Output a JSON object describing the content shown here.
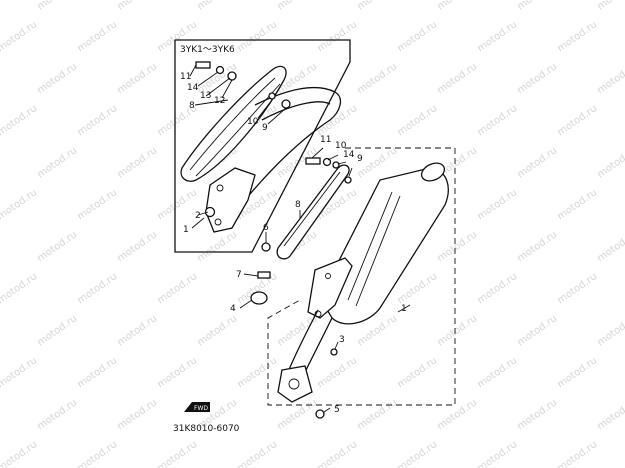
{
  "diagram": {
    "inset_title": "3YK1～3YK6",
    "footer_code": "31K8010-6070",
    "arrow_label": "FWD",
    "watermark_text": "motod.ru",
    "callouts": {
      "inset": [
        "11",
        "14",
        "13",
        "12",
        "8",
        "10",
        "9",
        "2",
        "1"
      ],
      "main": [
        "11",
        "10",
        "14",
        "9",
        "8",
        "6",
        "7",
        "4",
        "3",
        "5",
        "1"
      ]
    }
  }
}
